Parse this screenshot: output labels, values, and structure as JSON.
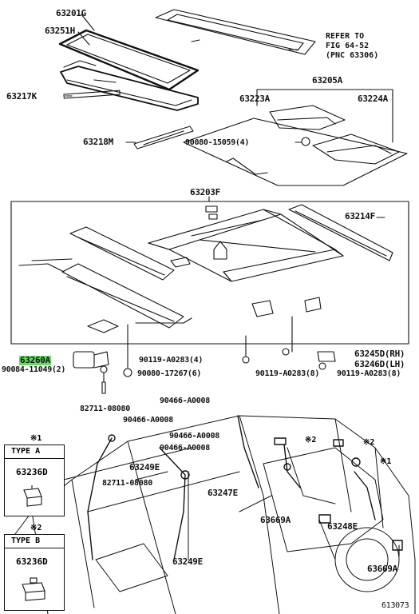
{
  "parts": {
    "p63201G": "63201G",
    "p63251H": "63251H",
    "p63217K": "63217K",
    "p63218M": "63218M",
    "p63205A": "63205A",
    "p63223A": "63223A",
    "p63224A": "63224A",
    "p90080_15059": "90080-15059(4)",
    "p63203F": "63203F",
    "p63214F": "63214F",
    "p63260A": "63260A",
    "p90119_A0283_4": "90119-A0283(4)",
    "p90080_17267": "90080-17267(6)",
    "p90084_11049": "90084-11049(2)",
    "p63245D": "63245D(RH)",
    "p63246D": "63246D(LH)",
    "p90119_A0283_8a": "90119-A0283(8)",
    "p90119_A0283_8b": "90119-A0283(8)",
    "p82711_08080a": "82711-08080",
    "p90466_A0008a": "90466-A0008",
    "p90466_A0008b": "90466-A0008",
    "p90466_A0008c": "90466-A0008",
    "p90466_A0008d": "90466-A0008",
    "p63249E_a": "63249E",
    "p82711_08080b": "82711-08080",
    "p63247E": "63247E",
    "p63669A_a": "63669A",
    "p63248E": "63248E",
    "p63669A_b": "63669A",
    "p63249E_b": "63249E",
    "mark1_a": "※2",
    "mark1_b": "※2",
    "mark1_c": "※1"
  },
  "reference_note": {
    "line1": "REFER TO",
    "line2": "FIG 64-52",
    "line3": "(PNC 63306)"
  },
  "legend": [
    {
      "mark": "※1",
      "type": "TYPE  A",
      "part": "63236D"
    },
    {
      "mark": "※2",
      "type": "TYPE  B",
      "part": "63236D"
    }
  ],
  "figure_id": "613073",
  "colors": {
    "highlight": "#66d966",
    "ink": "#111111"
  }
}
